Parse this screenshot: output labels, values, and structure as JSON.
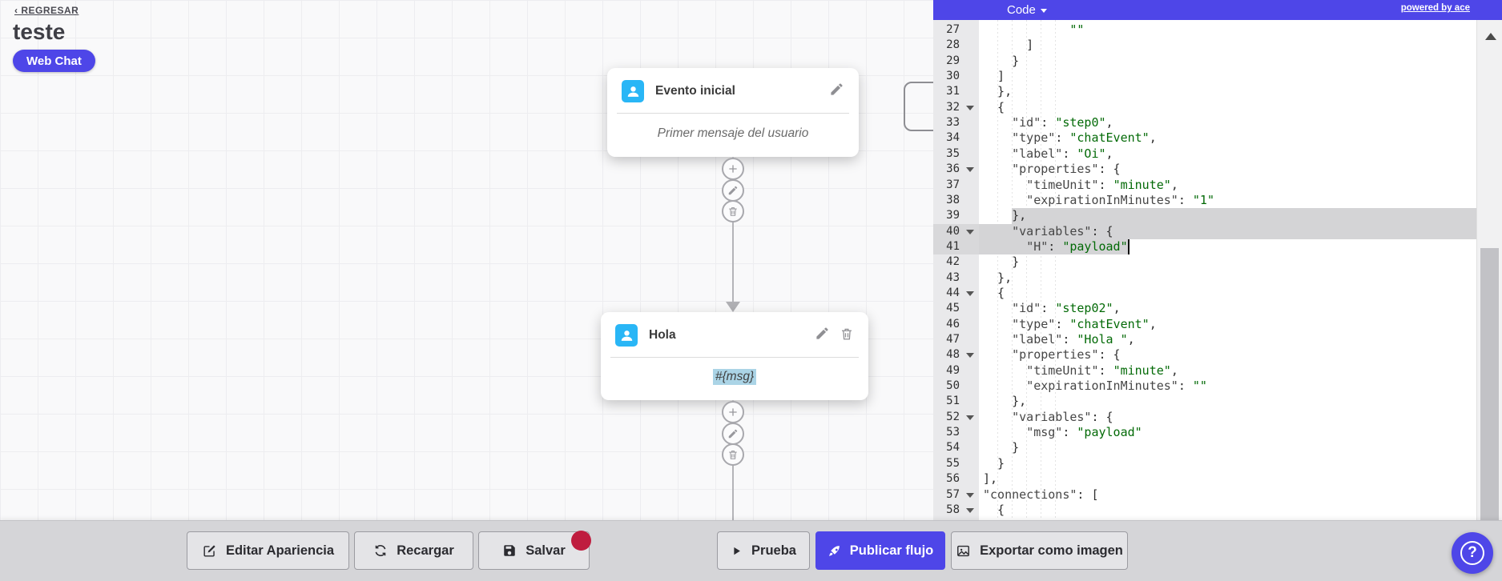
{
  "app": {
    "back_link": "‹ REGRESAR",
    "flow_title": "teste",
    "channel_badge": "Web Chat"
  },
  "canvas": {
    "node1": {
      "title": "Evento inicial",
      "body": "Primer mensaje del usuario"
    },
    "node2": {
      "title": "Hola",
      "body": "#{msg}"
    }
  },
  "code_panel": {
    "header_title": "Code",
    "powered_by": "powered by ace",
    "lines": [
      {
        "n": 27,
        "text": "            \"\""
      },
      {
        "n": 28,
        "text": "      ]"
      },
      {
        "n": 29,
        "text": "    }"
      },
      {
        "n": 30,
        "text": "  ]"
      },
      {
        "n": 31,
        "text": "  },"
      },
      {
        "n": 32,
        "fold": true,
        "text": "  {"
      },
      {
        "n": 33,
        "text": "    \"id\": \"step0\","
      },
      {
        "n": 34,
        "text": "    \"type\": \"chatEvent\","
      },
      {
        "n": 35,
        "text": "    \"label\": \"Oi\","
      },
      {
        "n": 36,
        "fold": true,
        "text": "    \"properties\": {"
      },
      {
        "n": 37,
        "text": "      \"timeUnit\": \"minute\","
      },
      {
        "n": 38,
        "text": "      \"expirationInMinutes\": \"1\""
      },
      {
        "n": 39,
        "text": "    },",
        "sel": [
          4,
          null
        ]
      },
      {
        "n": 40,
        "fold": true,
        "text": "    \"variables\": {",
        "sel": [
          0,
          null
        ],
        "gutter_hl": true
      },
      {
        "n": 41,
        "text": "      \"H\": \"payload\"",
        "sel": [
          0,
          20
        ],
        "cursor": 20,
        "gutter_hl": true
      },
      {
        "n": 42,
        "text": "    }"
      },
      {
        "n": 43,
        "text": "  },"
      },
      {
        "n": 44,
        "fold": true,
        "text": "  {"
      },
      {
        "n": 45,
        "text": "    \"id\": \"step02\","
      },
      {
        "n": 46,
        "text": "    \"type\": \"chatEvent\","
      },
      {
        "n": 47,
        "text": "    \"label\": \"Hola \","
      },
      {
        "n": 48,
        "fold": true,
        "text": "    \"properties\": {"
      },
      {
        "n": 49,
        "text": "      \"timeUnit\": \"minute\","
      },
      {
        "n": 50,
        "text": "      \"expirationInMinutes\": \"\""
      },
      {
        "n": 51,
        "text": "    },"
      },
      {
        "n": 52,
        "fold": true,
        "text": "    \"variables\": {"
      },
      {
        "n": 53,
        "text": "      \"msg\": \"payload\""
      },
      {
        "n": 54,
        "text": "    }"
      },
      {
        "n": 55,
        "text": "  }"
      },
      {
        "n": 56,
        "text": "],"
      },
      {
        "n": 57,
        "fold": true,
        "text": "\"connections\": ["
      },
      {
        "n": 58,
        "fold": true,
        "text": "  {"
      }
    ]
  },
  "toolbar": {
    "buttons": [
      {
        "label": "Editar Apariencia"
      },
      {
        "label": "Recargar"
      },
      {
        "label": "Salvar"
      },
      {
        "label": "Prueba"
      },
      {
        "label": "Publicar flujo"
      },
      {
        "label": "Exportar como imagen"
      }
    ]
  },
  "help_button": {
    "label": "?"
  },
  "colors": {
    "accent": "#4e46e8",
    "node_icon_blue": "#29b6f6",
    "code_string_green": "#036a07",
    "unsaved_badge_red": "#bf1d3f",
    "selection_gray": "#d4d4d6"
  }
}
